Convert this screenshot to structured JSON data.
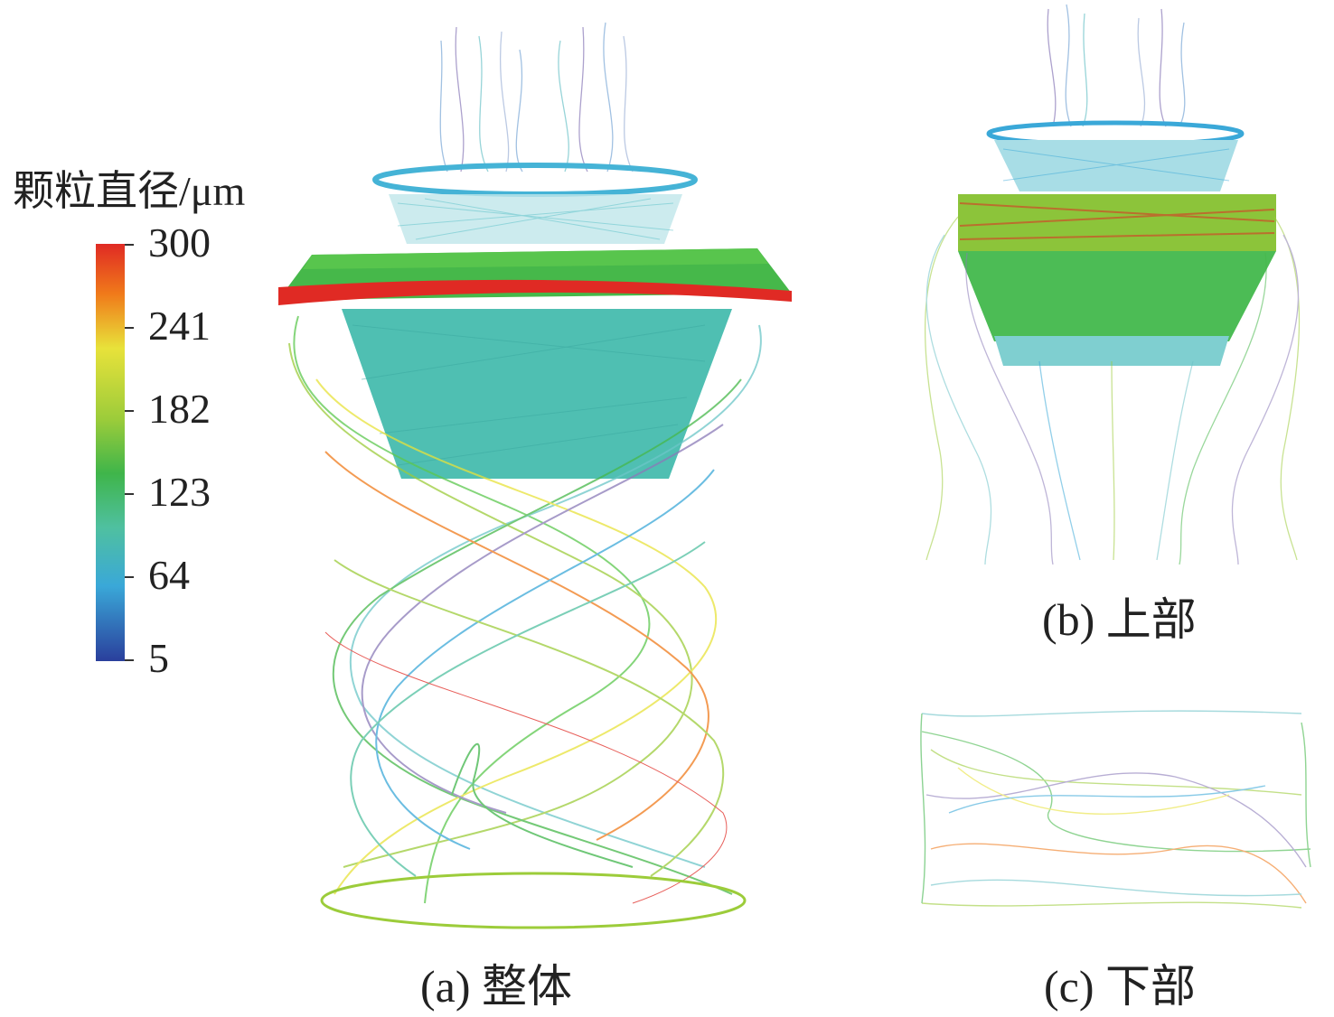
{
  "legend": {
    "title": "颗粒直径/μm",
    "ticks": [
      "300",
      "241",
      "182",
      "123",
      "64",
      "5"
    ],
    "colors": [
      "#e02a24",
      "#f07a1a",
      "#e8e23a",
      "#9ccc3a",
      "#3fb54a",
      "#4fc0a0",
      "#3aa8d8",
      "#2a3f9c"
    ]
  },
  "captions": {
    "a": "(a) 整体",
    "b": "(b) 上部",
    "c": "(c) 下部"
  }
}
